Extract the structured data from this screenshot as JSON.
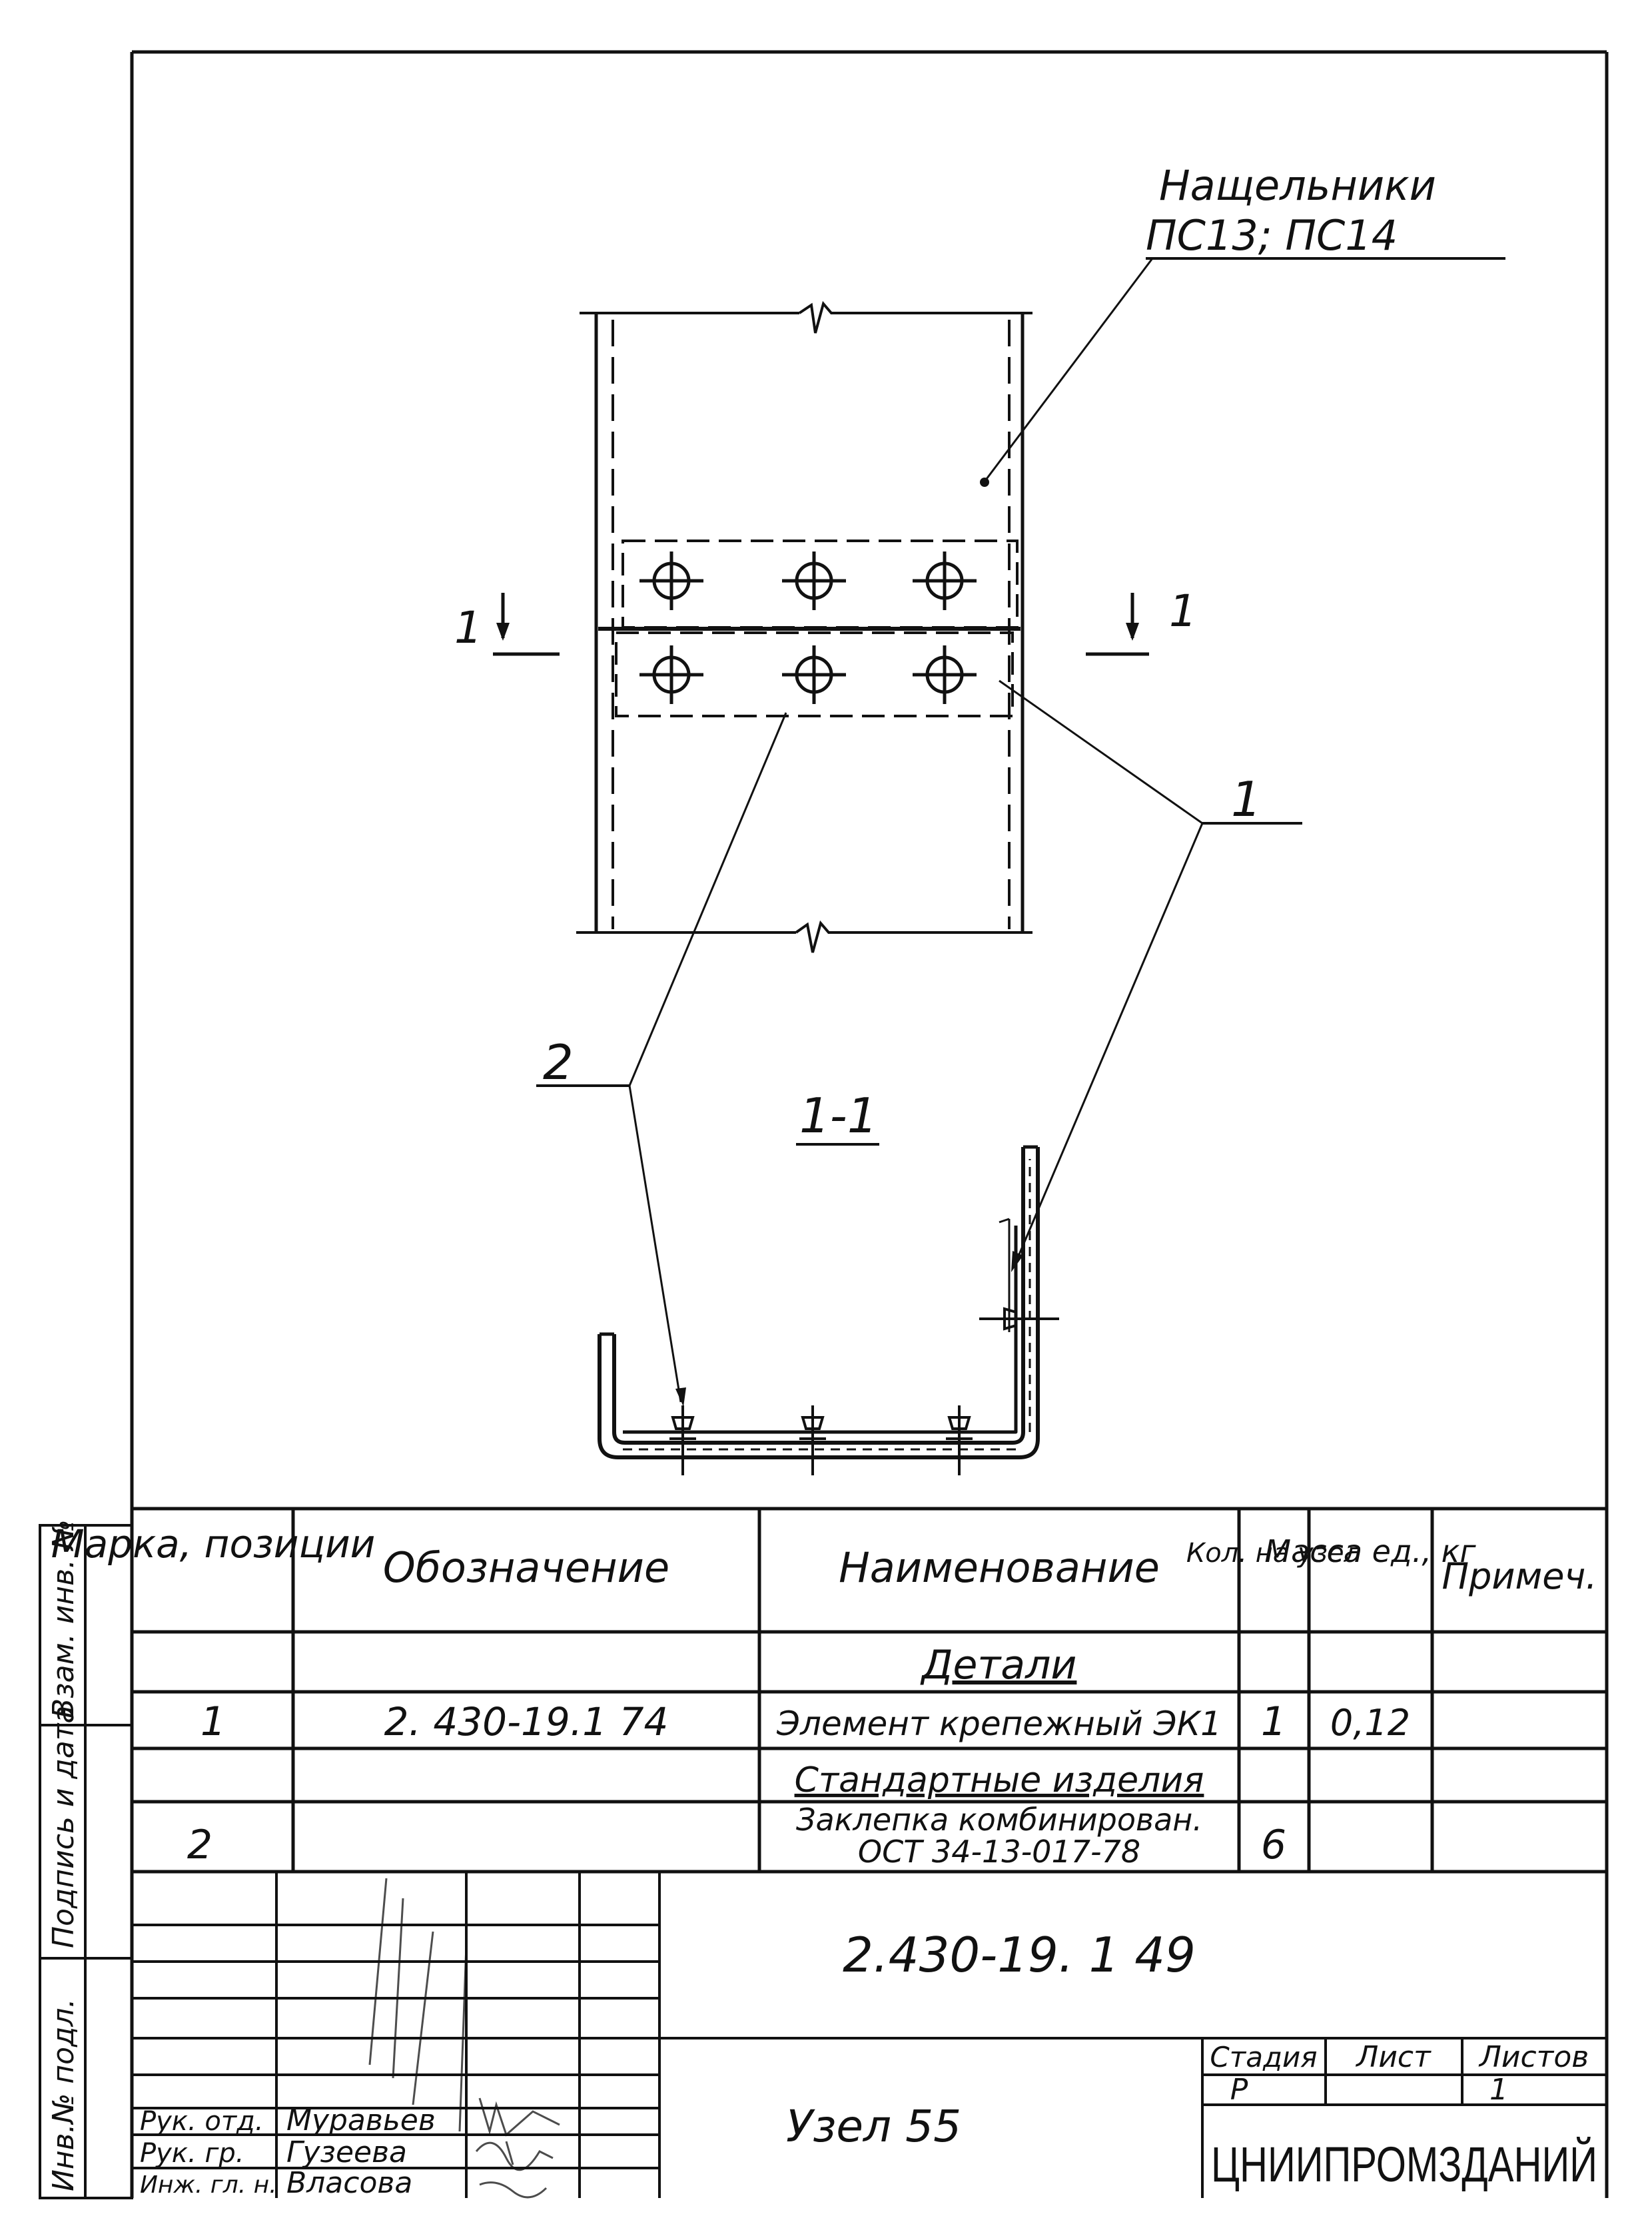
{
  "drawing": {
    "callout_part_name": "Нащельники",
    "callout_part_marks": "ПС13; ПС14",
    "section_mark_left": "1",
    "section_mark_right": "1",
    "position_1": "1",
    "position_2": "2",
    "section_title": "1-1"
  },
  "spec_table": {
    "headers": {
      "mark": "Марка, позиции",
      "designation": "Обозначение",
      "name": "Наименование",
      "qty": "Кол. на узел",
      "mass": "Масса ед., кг",
      "note": "Примеч."
    },
    "rows": [
      {
        "mark": "",
        "designation": "",
        "name": "Детали",
        "qty": "",
        "mass": "",
        "note": ""
      },
      {
        "mark": "1",
        "designation": "2. 430-19.1 74",
        "name": "Элемент крепежный ЭК1",
        "qty": "1",
        "mass": "0,12",
        "note": ""
      },
      {
        "mark": "",
        "designation": "",
        "name": "Стандартные изделия",
        "qty": "",
        "mass": "",
        "note": ""
      },
      {
        "mark": "2",
        "designation": "",
        "name_line1": "Заклепка комбинирован.",
        "name_line2": "ОСТ 34-13-017-78",
        "qty": "6",
        "mass": "",
        "note": ""
      }
    ]
  },
  "side_stamp": {
    "field_1": "Инв.№ подл.",
    "field_2": "Подпись и дата",
    "field_3": "Взам. инв. №"
  },
  "title_block": {
    "document_code": "2.430-19. 1 49",
    "title": "Узел 55",
    "stage_label": "Стадия",
    "sheet_label": "Лист",
    "sheets_label": "Листов",
    "stage": "Р",
    "sheet": "",
    "sheets": "1",
    "organization": "ЦНИИПРОМЗДАНИЙ",
    "staff": [
      {
        "role": "Рук. отд.",
        "name": "Муравьев"
      },
      {
        "role": "Рук. гр.",
        "name": "Гузеева"
      },
      {
        "role": "Инж. гл. н.",
        "name": "Власова"
      }
    ]
  }
}
